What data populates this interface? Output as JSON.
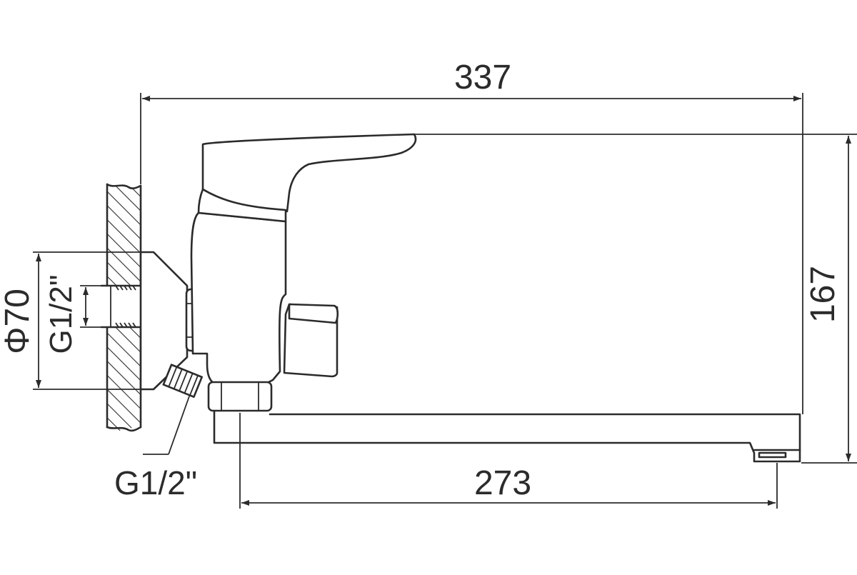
{
  "drawing": {
    "dimensions": {
      "overall_length": "337",
      "spout_length": "273",
      "height": "167",
      "flange_diameter": "Φ70",
      "wall_thread": "G1/2\"",
      "inlet_thread": "G1/2\""
    }
  }
}
